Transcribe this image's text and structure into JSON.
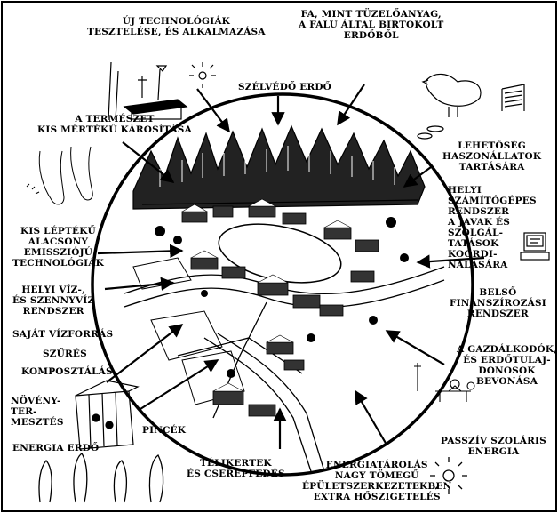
{
  "labels": {
    "uj_tech": [
      "ÚJ TECHNOLÓGIÁK",
      "TESZTELÉSE, ÉS ALKALMAZÁSA"
    ],
    "fa_tuzelo": [
      "FA, MINT TÜZELŐANYAG,",
      "A FALU ÁLTAL BIRTOKOLT",
      "ERDŐBŐL"
    ],
    "szelvedo": [
      "SZÉLVÉDŐ ERDŐ"
    ],
    "termeszet": [
      "A TERMÉSZET",
      "KIS MÉRTÉKŰ KÁROSÍTÁSA"
    ],
    "haszonallat": [
      "LEHETŐSÉG",
      "HASZONÁLLATOK",
      "TARTÁSÁRA"
    ],
    "szamitogep": [
      "HELYI",
      "SZÁMÍTÓGÉPES",
      "RENDSZER",
      "A JAVAK ÉS",
      "SZOLGÁL-",
      "TATÁSOK",
      "KOORDI-",
      "NÁLÁSÁRA"
    ],
    "kis_lepteku": [
      "KIS LÉPTÉKŰ",
      "ALACSONY",
      "EMISSZIÓJÚ",
      "TECHNOLÓGIÁK"
    ],
    "viz": [
      "HELYI VÍZ-,",
      "ÉS SZENNYVÍZ",
      "RENDSZER"
    ],
    "vizforras": [
      "SAJÁT VÍZFORRÁS"
    ],
    "szures": [
      "SZŰRÉS"
    ],
    "komposzt": [
      "KOMPOSZTÁLÁS"
    ],
    "finansz": [
      "BELSŐ",
      "FINANSZÍROZÁSI",
      "RENDSZER"
    ],
    "gazdalkodok": [
      "A GAZDÁLKODÓK,",
      "ÉS ERDŐTULAJ-",
      "DONOSOK",
      "BEVONÁSA"
    ],
    "noveny": [
      "NÖVÉNY-",
      "TER-",
      "MESZTÉS"
    ],
    "pincek": [
      "PINCÉK"
    ],
    "energia_erdo": [
      "ENERGIA ERDŐ"
    ],
    "telikertek": [
      "TÉLIKERTEK",
      "ÉS CSERÉPFEDÉS"
    ],
    "energiatarolas": [
      "ENERGIATÁROLÁS",
      "NAGY TÖMEGŰ",
      "ÉPÜLETSZERKEZETEKBEN",
      "EXTRA HŐSZIGETELÉS"
    ],
    "passziv": [
      "PASSZÍV SZOLÁRIS",
      "ENERGIA"
    ]
  }
}
